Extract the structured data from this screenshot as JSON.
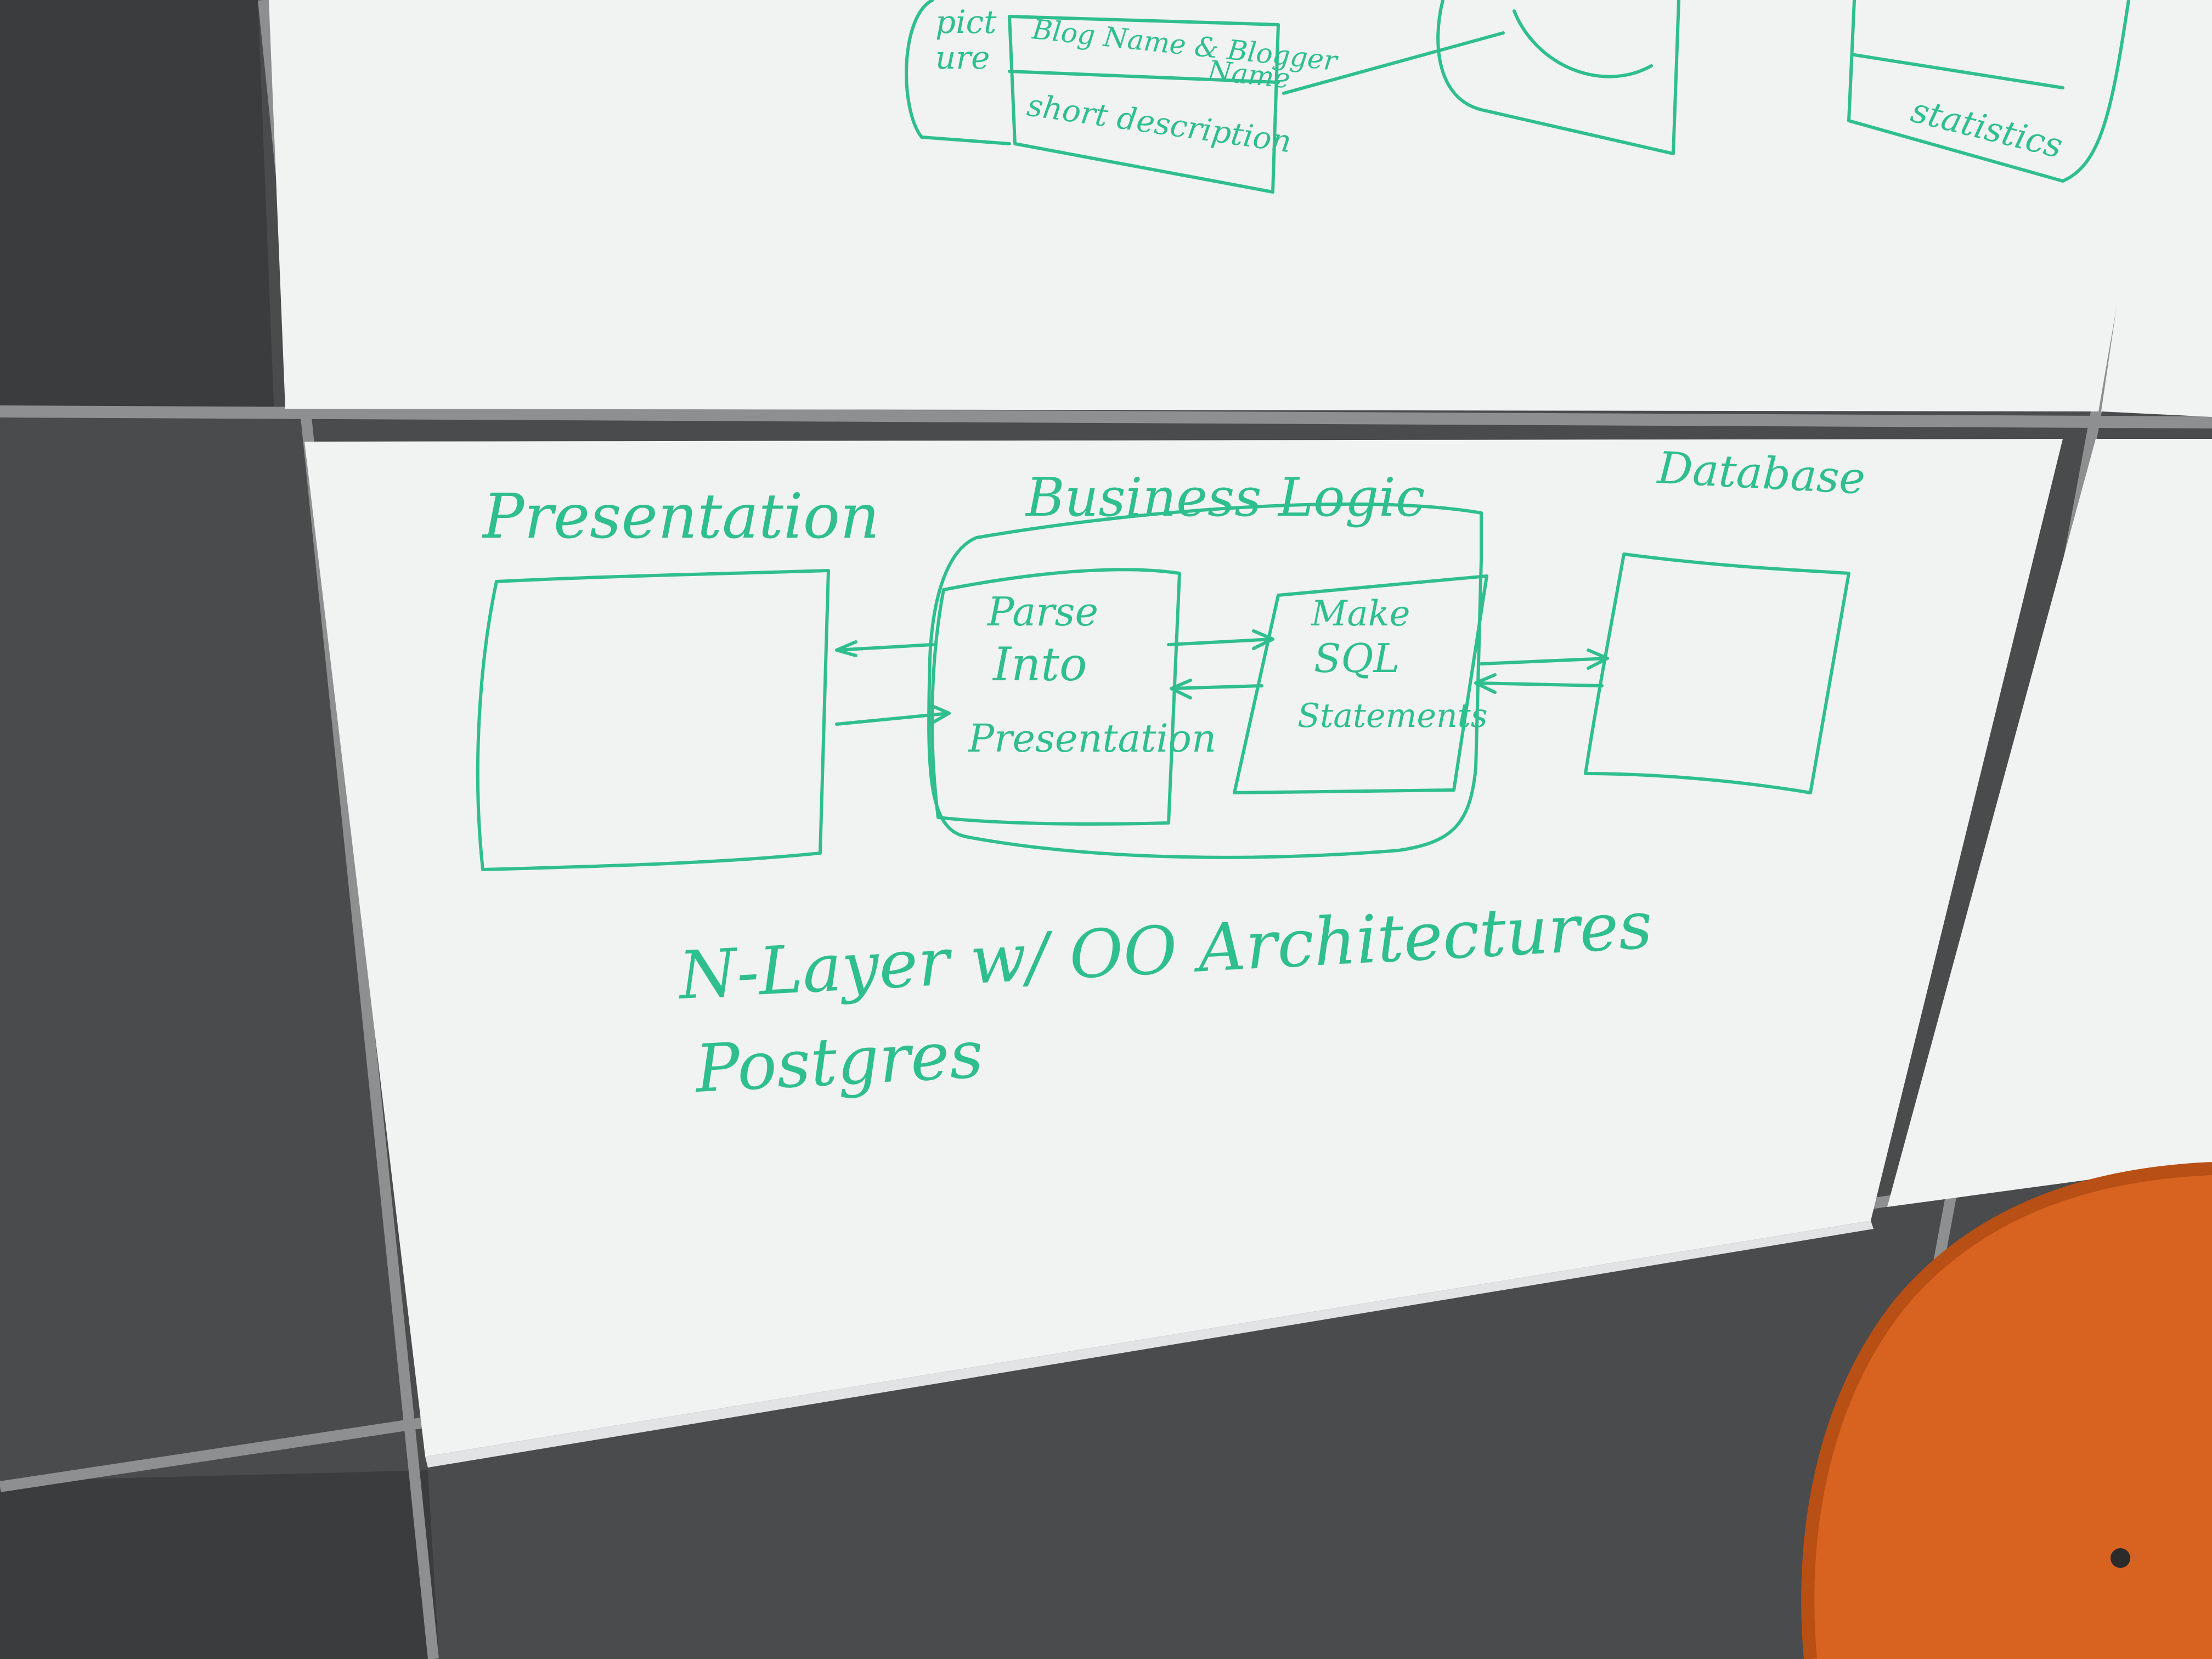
{
  "colors": {
    "marker": "#2fbf8e",
    "wall": "#4a4b4d",
    "wall_dark": "#3b3c3e",
    "board": "#f1f2f2",
    "frame": "#8d8f91",
    "chair": "#d8621f"
  },
  "top_board": {
    "pict_fragment_1": "pict",
    "pict_fragment_2": "ure",
    "blog_name_line1": "Blog Name & Blogger",
    "blog_name_line2": "Name",
    "short_description": "short description",
    "statistics": "statistics"
  },
  "diagram": {
    "presentation_label": "Presentation",
    "business_logic_label": "Business Logic",
    "database_label": "Database",
    "parse_lines": [
      "Parse",
      "Into",
      "Presentation"
    ],
    "sql_lines": [
      "Make",
      "SQL",
      "Statements"
    ]
  },
  "notes": {
    "line1": "N-Layer w/ OO Architectures",
    "line2": "Postgres"
  },
  "icons": {
    "arrow": "arrow-right-icon",
    "chair": "chair"
  }
}
